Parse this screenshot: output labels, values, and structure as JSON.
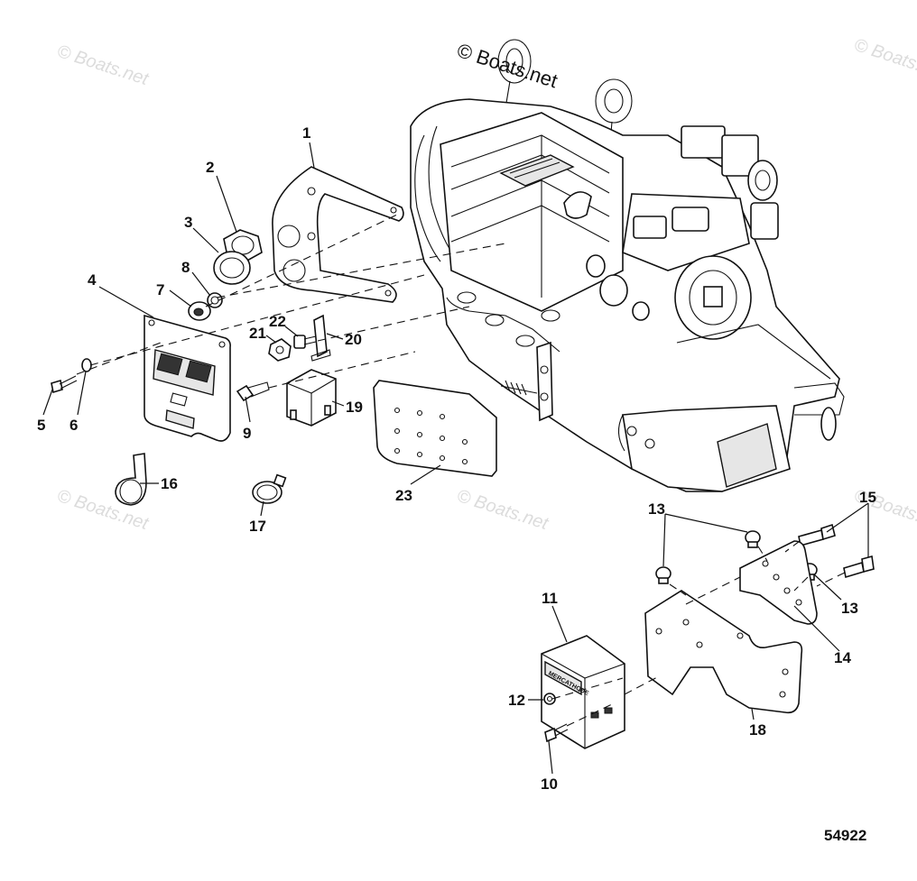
{
  "watermarks": {
    "main": "© Boats.net",
    "faint": [
      "© Boats.net",
      "© Boats.net",
      "© Boats.net",
      "© Boats.net",
      "© Boats.net"
    ]
  },
  "callouts": [
    {
      "id": "1",
      "label": "1"
    },
    {
      "id": "2",
      "label": "2"
    },
    {
      "id": "3",
      "label": "3"
    },
    {
      "id": "4",
      "label": "4"
    },
    {
      "id": "5",
      "label": "5"
    },
    {
      "id": "6",
      "label": "6"
    },
    {
      "id": "7",
      "label": "7"
    },
    {
      "id": "8",
      "label": "8"
    },
    {
      "id": "9",
      "label": "9"
    },
    {
      "id": "10",
      "label": "10"
    },
    {
      "id": "11",
      "label": "11"
    },
    {
      "id": "12",
      "label": "12"
    },
    {
      "id": "13a",
      "label": "13"
    },
    {
      "id": "13b",
      "label": "13"
    },
    {
      "id": "14",
      "label": "14"
    },
    {
      "id": "15",
      "label": "15"
    },
    {
      "id": "16",
      "label": "16"
    },
    {
      "id": "17",
      "label": "17"
    },
    {
      "id": "18",
      "label": "18"
    },
    {
      "id": "19",
      "label": "19"
    },
    {
      "id": "20",
      "label": "20"
    },
    {
      "id": "21",
      "label": "21"
    },
    {
      "id": "22",
      "label": "22"
    },
    {
      "id": "23",
      "label": "23"
    }
  ],
  "ecm_brand": "MERCATHODE",
  "diagram_number": "54922"
}
